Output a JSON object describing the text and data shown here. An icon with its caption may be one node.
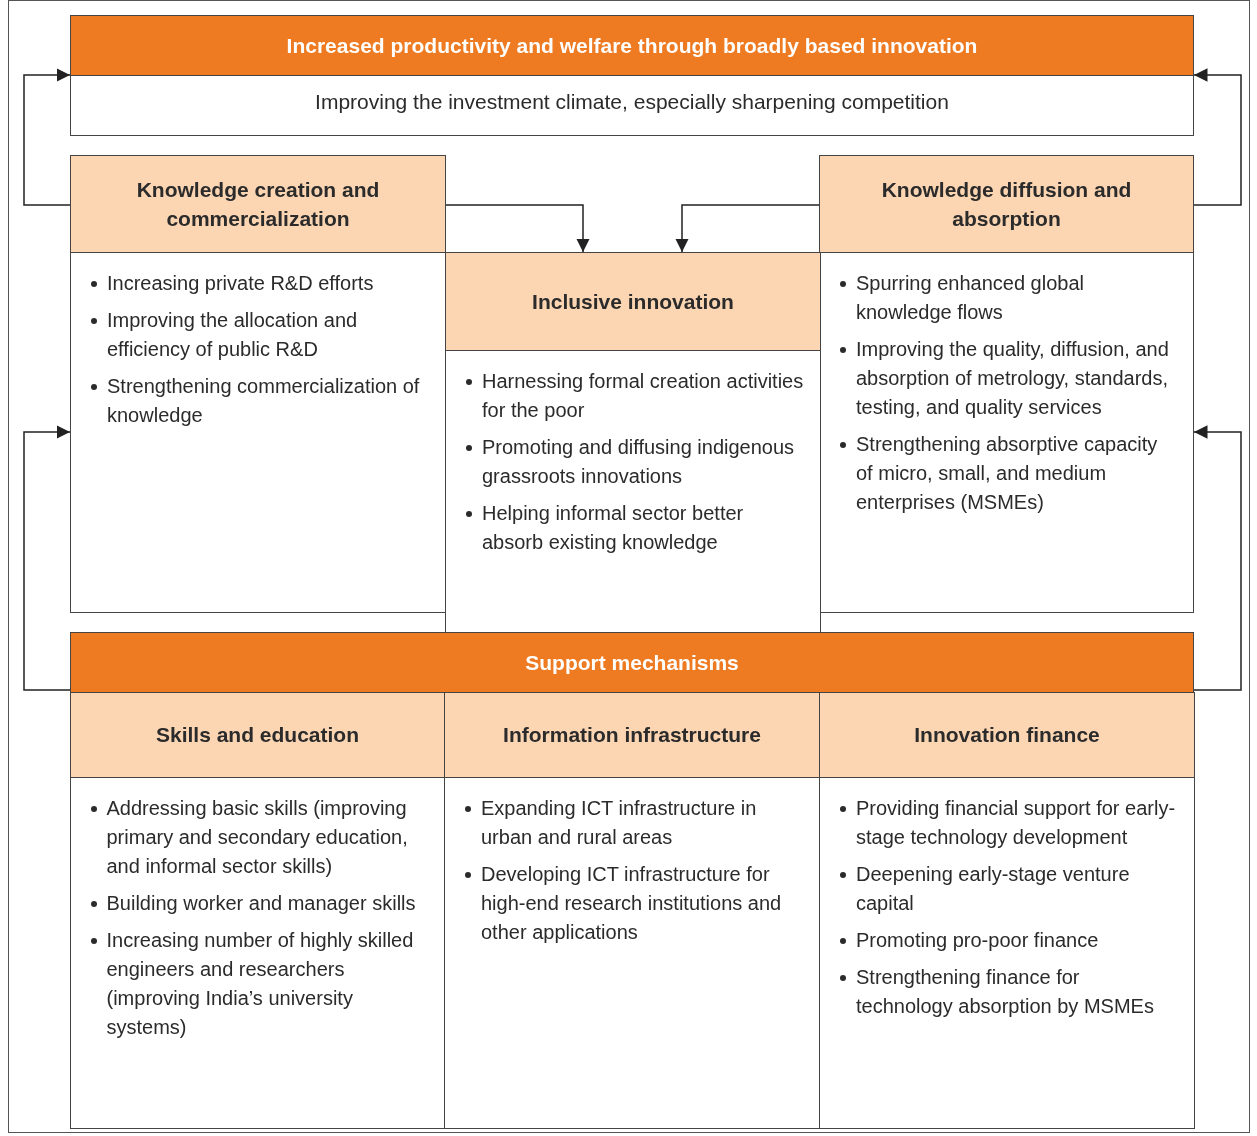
{
  "diagram": {
    "nodes": [
      {
        "text": [
          "Increased productivity and welfare through broadly based innovation",
          "Improving the investment climate, especially sharpening competition"
        ]
      },
      {
        "text": [
          "Knowledge creation and commercialization",
          "Increasing private R&D efforts",
          "Improving the allocation and efficiency of public R&D",
          "Strengthening commercialization of knowledge"
        ]
      },
      {
        "text": [
          "Inclusive innovation",
          "Harnessing formal creation activities for the poor",
          "Promoting and diffusing indigenous grassroots innovations",
          "Helping informal sector better absorb existing knowledge"
        ]
      },
      {
        "text": [
          "Knowledge diffusion and absorption",
          "Spurring enhanced global knowledge flows",
          "Improving the quality, diffusion, and absorption of metrology, standards, testing, and quality services",
          "Strengthening absorptive capacity of micro, small, and medium enterprises (MSMEs)"
        ]
      },
      {
        "text": [
          "Support mechanisms"
        ]
      },
      {
        "text": [
          "Skills and education",
          "Addressing basic skills (improving primary and secondary education, and informal sector skills)",
          "Building worker and manager skills",
          "Increasing number of highly skilled engineers and researchers (improving India’s university systems)"
        ],
        "in": 4
      },
      {
        "text": [
          "Information infrastructure",
          "Expanding ICT infrastructure in urban and rural areas",
          "Developing ICT infrastructure for high-end research institutions and other applications"
        ],
        "in": 4
      },
      {
        "text": [
          "Innovation finance",
          "Providing financial support for early-stage technology development",
          "Deepening early-stage venture capital",
          "Promoting pro-poor finance",
          "Strengthening finance for technology absorption by MSMEs"
        ],
        "in": 4
      }
    ],
    "edges": [
      {
        "from": 1,
        "to": 0,
        "arrow": "to"
      },
      {
        "from": 3,
        "to": 0,
        "arrow": "to"
      },
      {
        "from": 1,
        "to": 2,
        "arrow": "to"
      },
      {
        "from": 3,
        "to": 2,
        "arrow": "to"
      },
      {
        "from": 4,
        "to": 1,
        "arrow": "to"
      },
      {
        "from": 4,
        "to": 3,
        "arrow": "to"
      }
    ]
  }
}
